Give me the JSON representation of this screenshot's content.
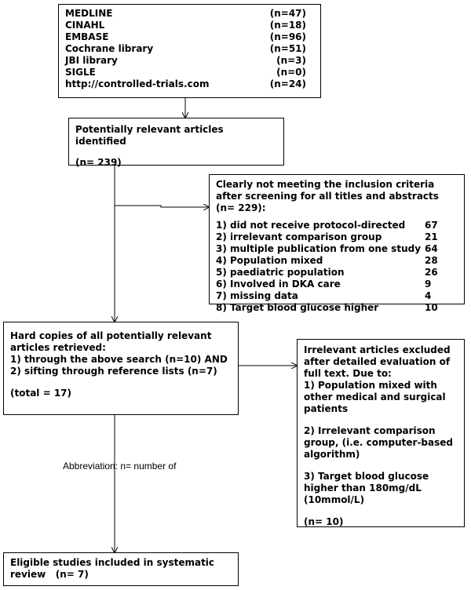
{
  "databases": [
    {
      "name": "MEDLINE",
      "count": "(n=47)"
    },
    {
      "name": "CINAHL",
      "count": "(n=18)"
    },
    {
      "name": "EMBASE",
      "count": "(n=96)"
    },
    {
      "name": "Cochrane library",
      "count": "(n=51)"
    },
    {
      "name": "JBI library",
      "count": "(n=3)"
    },
    {
      "name": "SIGLE",
      "count": "(n=0)"
    },
    {
      "name": "http://controlled-trials.com",
      "count": "(n=24)"
    }
  ],
  "identified": {
    "title": "Potentially relevant articles identified",
    "count": "(n= 239)"
  },
  "excluded_screening": {
    "title": "Clearly not meeting the inclusion criteria after screening for all titles and abstracts (n= 229):",
    "items": [
      {
        "label": "1) did not receive protocol-directed",
        "count": "67"
      },
      {
        "label": "2) irrelevant comparison group",
        "count": "21"
      },
      {
        "label": "3) multiple publication from one study",
        "count": "64"
      },
      {
        "label": "4) Population mixed",
        "count": "28"
      },
      {
        "label": "5) paediatric population",
        "count": "26"
      },
      {
        "label": "6) Involved in DKA care",
        "count": "9"
      },
      {
        "label": "7) missing data",
        "count": "4"
      },
      {
        "label": "8) Target blood glucose higher",
        "count": "10"
      }
    ]
  },
  "retrieved": {
    "title": "Hard copies of all potentially relevant articles retrieved:",
    "line1": "1) through the above search (n=10) AND",
    "line2": "2) sifting through reference lists (n=7)",
    "total": "(total = 17)"
  },
  "excluded_fulltext": {
    "title": "Irrelevant articles excluded after detailed evaluation of full text. Due to:",
    "reason1": "1) Population mixed with other medical and surgical patients",
    "reason2": "2) Irrelevant comparison group, (i.e.  computer-based algorithm)",
    "reason3": "3) Target blood glucose higher than 180mg/dL (10mmol/L)",
    "count": "(n= 10)"
  },
  "abbreviation": "Abbreviation:  n= number of",
  "eligible": {
    "title": "Eligible studies included in systematic review",
    "count": "(n= 7)"
  }
}
